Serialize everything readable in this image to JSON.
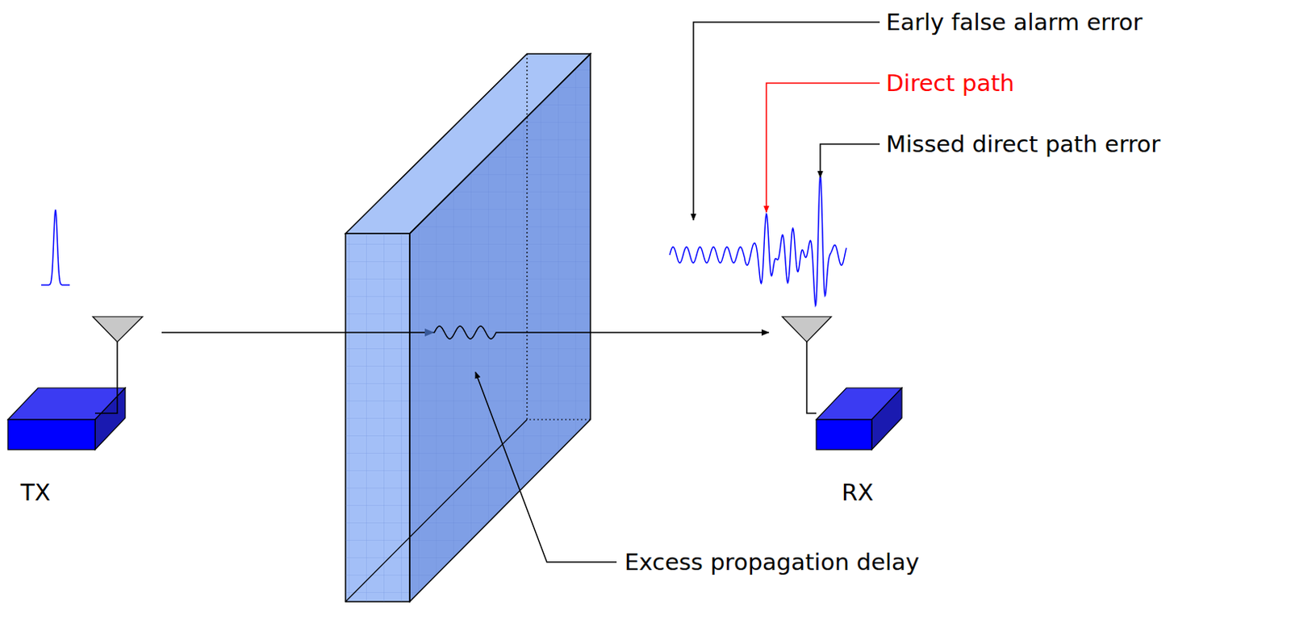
{
  "diagram": {
    "nodes": [
      {
        "text": [
          "TX"
        ]
      },
      {
        "text": [
          "RX"
        ]
      }
    ],
    "edges": [
      {
        "from": 0,
        "to": 1,
        "arrow": "to"
      }
    ],
    "labels": [
      "Early false alarm error",
      "Direct path",
      "Missed direct path error",
      "Excess propagation delay"
    ]
  }
}
